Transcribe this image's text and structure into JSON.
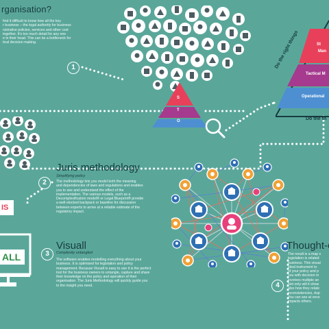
{
  "section_intro": {
    "title": "rganisation?",
    "lines": [
      "find it difficult to know how all the key",
      "r business – the legal authority for business",
      "nistrative policies, services and other cost",
      "together. It's too much detail for any one",
      "e in their head. This can be a bottleneck for",
      "tical decision making."
    ]
  },
  "steps": {
    "one": "1",
    "two": "2",
    "three": "3",
    "four": "4"
  },
  "small_pyramid": {
    "top": "S",
    "middle": "T",
    "bottom": "O"
  },
  "big_pyramid": {
    "top_line1": "St",
    "top_line2": "Man",
    "middle": "Tactical M",
    "bottom": "Operational",
    "side_label": "Do the right things",
    "bottom_label": "Do the th"
  },
  "juris": {
    "title": "Juris methodology",
    "subtitle": "Simplifying policy",
    "lines": [
      "The methodology lets you model both the meaning",
      "and dependencies of laws and regulations and enables",
      "you to see and understand the effect of the",
      "implementation. The various models, such as a",
      "Decomplexification model® or Legal Blueprint® provide",
      "a well-stocked backpack or baseline for discussion",
      "between experts to arrive at a reliable estimate of the",
      "regulatory impact."
    ],
    "badge": "IS"
  },
  "visuall": {
    "title": "Visuall",
    "subtitle": "Complexity untangled",
    "screen_text": "ALL",
    "lines": [
      "The software enables modelling everything about your",
      "business. It is optimised for legislation and policy",
      "management. Because Visuall is easy to use it is the perfect",
      "tool for the business owners to untangle, capture and share",
      "their knowledge on the policy and operation of their",
      "organisation. The Juris Methodology will quickly guide you",
      "to the insight you need."
    ]
  },
  "thought": {
    "title": "Thought-c",
    "lines": [
      "The result is a map s",
      "legislation is related",
      "business. This visual",
      "ideal instrument to",
      "of your policy and p",
      "you with decision m",
      "involves multiple an",
      "Not only will it show",
      "also how they relate",
      "inconsistencies, dup",
      "You can see at once",
      "impacts others."
    ]
  },
  "colors": {
    "background": "#5aa79a",
    "pyramid_top": "#e8405a",
    "pyramid_middle": "#a63a8e",
    "pyramid_bottom": "#4e8fd2",
    "dark_text": "#173a3f",
    "node_blue": "#2f6fb3",
    "node_orange": "#f0a137",
    "node_pink": "#e8407a"
  }
}
